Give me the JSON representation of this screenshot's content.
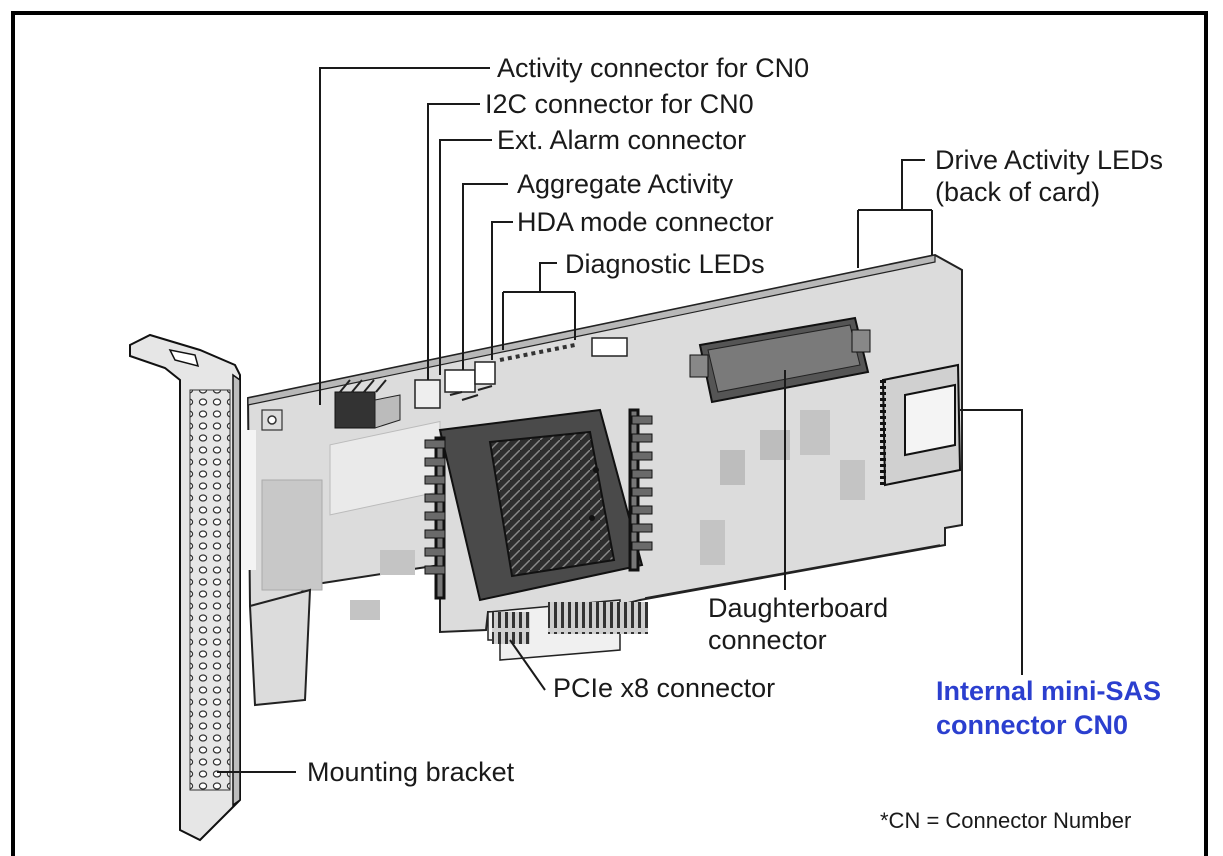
{
  "labels": {
    "activity_cn0": "Activity connector for CN0",
    "i2c_cn0": "I2C connector for CN0",
    "ext_alarm": "Ext. Alarm connector",
    "aggregate_activity": "Aggregate Activity",
    "hda_mode": "HDA mode connector",
    "diagnostic_leds": "Diagnostic LEDs",
    "drive_activity_line1": "Drive Activity LEDs",
    "drive_activity_line2": "(back of card)",
    "daughterboard_line1": "Daughterboard",
    "daughterboard_line2": "connector",
    "pcie": "PCIe x8 connector",
    "mini_sas_line1": "Internal mini-SAS",
    "mini_sas_line2": "connector CN0",
    "mounting_bracket": "Mounting bracket",
    "footnote": "*CN = Connector Number"
  },
  "colors": {
    "text": "#1a1a1a",
    "accent_blue": "#2b3fcf",
    "board": "#d9d9d9",
    "board_dark": "#9a9a9a",
    "outline": "#222222"
  }
}
